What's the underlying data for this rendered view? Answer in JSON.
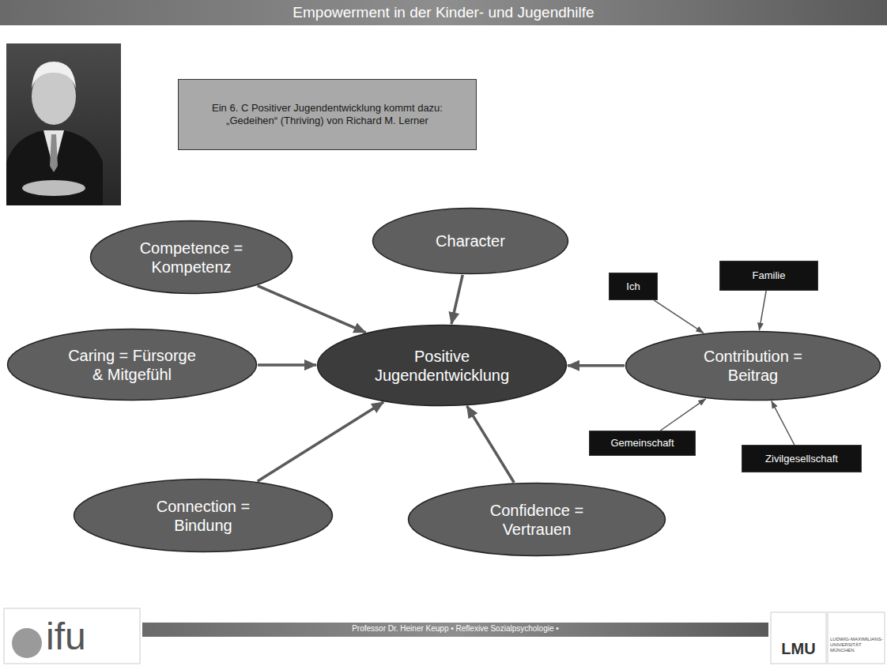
{
  "diagram": {
    "title": "Empowerment in der Kinder- und Jugendhilfe",
    "nodes": [
      {
        "text": [
          "Ein 6. C Positiver Jugendentwicklung kommt dazu: „Gedeihen“ (Thriving) von Richard M. Lerner"
        ]
      },
      {
        "text": [
          "Competence = Kompetenz"
        ]
      },
      {
        "text": [
          "Character"
        ]
      },
      {
        "text": [
          "Ich"
        ]
      },
      {
        "text": [
          "Familie"
        ]
      },
      {
        "text": [
          "Caring = Fürsorge & Mitgefühl"
        ]
      },
      {
        "text": [
          "Positive Jugendentwicklung"
        ]
      },
      {
        "text": [
          "Contribution = Beitrag"
        ]
      },
      {
        "text": [
          "Gemeinschaft"
        ]
      },
      {
        "text": [
          "Zivilgesellschaft"
        ]
      },
      {
        "text": [
          "Connection = Bindung"
        ]
      },
      {
        "text": [
          "Confidence = Vertrauen"
        ]
      }
    ],
    "edges": [
      {
        "from": 1,
        "to": 6,
        "arrow": "to"
      },
      {
        "from": 2,
        "to": 6,
        "arrow": "to"
      },
      {
        "from": 5,
        "to": 6,
        "arrow": "to"
      },
      {
        "from": 7,
        "to": 6,
        "arrow": "to"
      },
      {
        "from": 10,
        "to": 6,
        "arrow": "to"
      },
      {
        "from": 11,
        "to": 6,
        "arrow": "to"
      },
      {
        "from": 3,
        "to": 7,
        "arrow": "to"
      },
      {
        "from": 4,
        "to": 7,
        "arrow": "to"
      },
      {
        "from": 8,
        "to": 7,
        "arrow": "to"
      },
      {
        "from": 9,
        "to": 7,
        "arrow": "to"
      }
    ],
    "labels": [
      "ifu",
      "Professor Dr. Heiner Keupp • Reflexive Sozialpsychologie •",
      "LMU",
      "LUDWIG-MAXIMILIANS-UNIVERSITÄT MÜNCHEN"
    ]
  }
}
